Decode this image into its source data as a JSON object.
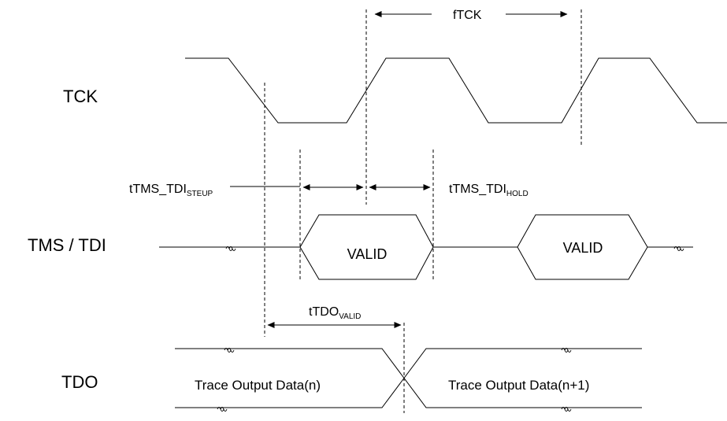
{
  "signals": {
    "tck": "TCK",
    "tms_tdi": "TMS / TDI",
    "tdo": "TDO"
  },
  "timing": {
    "ftck": "fTCK",
    "setup_main": "tTMS_TDI",
    "setup_sub": "STEUP",
    "hold_main": "tTMS_TDI",
    "hold_sub": "HOLD",
    "tdo_valid_main": "tTDO",
    "tdo_valid_sub": "VALID"
  },
  "data_windows": {
    "valid_1": "VALID",
    "valid_2": "VALID"
  },
  "tdo_data": {
    "current": "Trace Output Data(n)",
    "next": "Trace Output Data(n+1)"
  }
}
